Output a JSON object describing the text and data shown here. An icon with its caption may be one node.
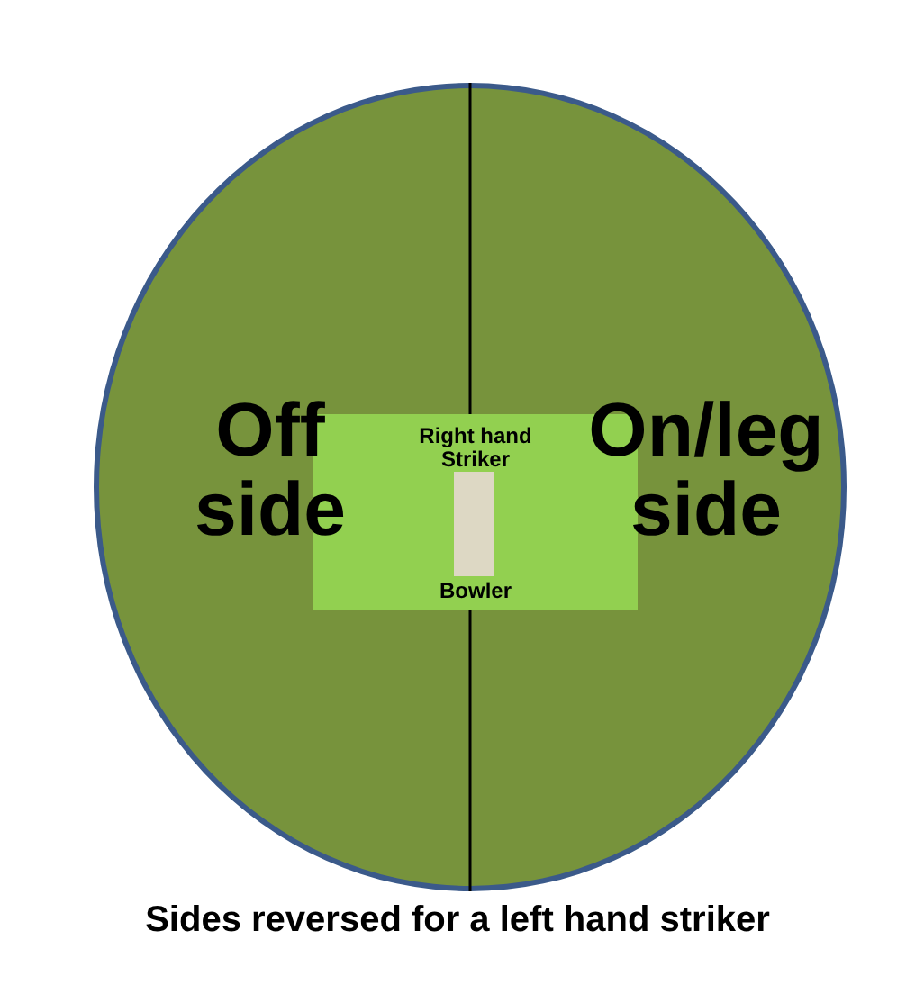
{
  "diagram": {
    "caption": "Sides reversed for a left hand striker",
    "nodes": [
      {
        "text": [
          "Off side",
          "On/leg side"
        ]
      },
      {
        "text": [
          "Right hand Striker",
          "Bowler"
        ],
        "in": 0
      },
      {
        "text": [],
        "shape": "bar",
        "in": 1
      }
    ],
    "edges": []
  }
}
